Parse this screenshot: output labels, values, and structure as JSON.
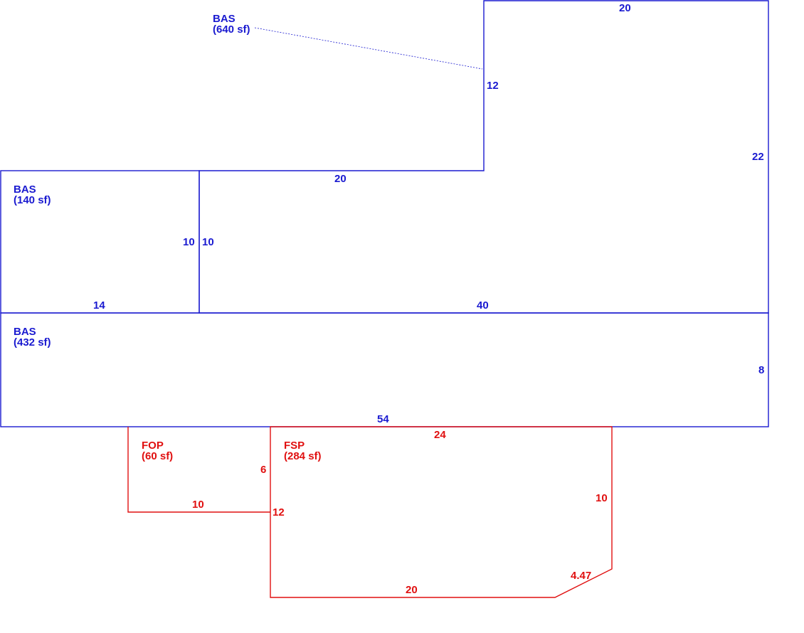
{
  "colors": {
    "living": "#1a1ad0",
    "porch": "#e01010"
  },
  "areas": [
    {
      "code": "BAS",
      "area": "(640 sf)"
    },
    {
      "code": "BAS",
      "area": "(140 sf)"
    },
    {
      "code": "BAS",
      "area": "(432 sf)"
    },
    {
      "code": "FOP",
      "area": "(60 sf)"
    },
    {
      "code": "FSP",
      "area": "(284 sf)"
    }
  ],
  "dimensions": {
    "bas1_top": "20",
    "bas1_left": "12",
    "bas1_right": "22",
    "bas1_inner_top": "20",
    "bas1_inner_left": "10",
    "bas1_bottom": "40",
    "bas2_right": "10",
    "bas2_bottom": "14",
    "bas3_right": "8",
    "bas3_bottom": "54",
    "fop_right": "6",
    "fop_bottom": "10",
    "fsp_top": "24",
    "fsp_right": "10",
    "fsp_left": "12",
    "fsp_diag": "4.47",
    "fsp_bottom": "20"
  }
}
